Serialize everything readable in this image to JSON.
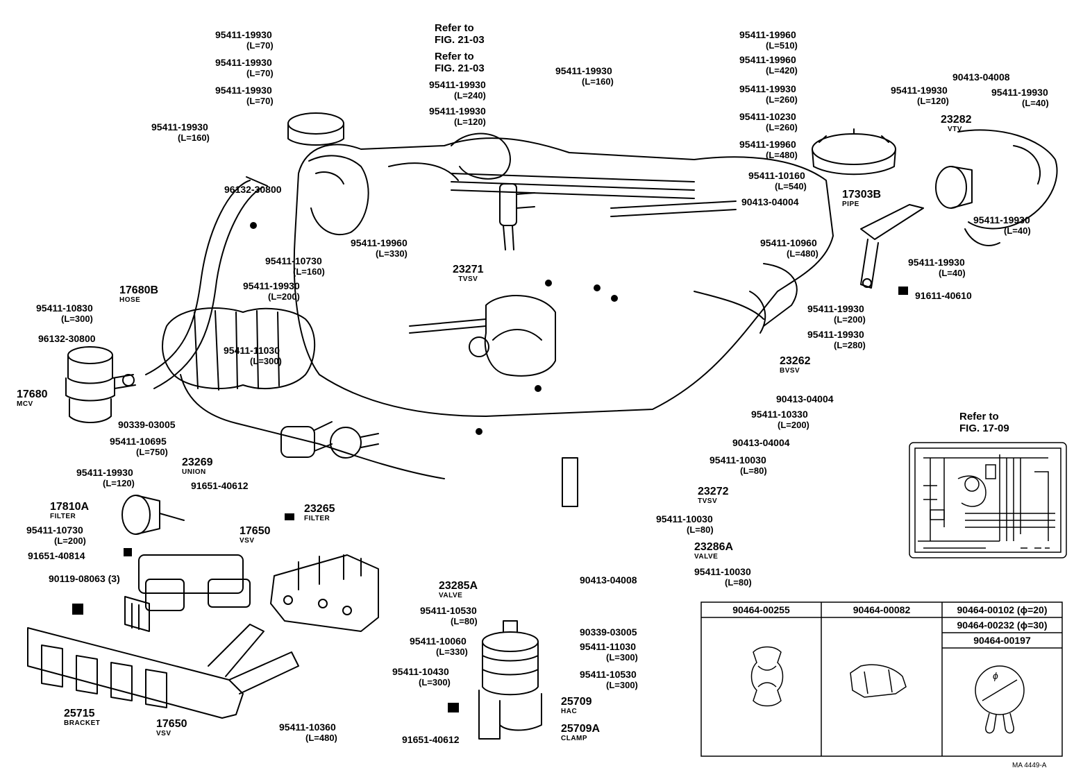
{
  "leader_labels": [
    {
      "id": "hose-70-a",
      "part": "95411-19930",
      "len": "(L=70)"
    },
    {
      "id": "hose-70-b",
      "part": "95411-19930",
      "len": "(L=70)"
    },
    {
      "id": "hose-70-c",
      "part": "95411-19930",
      "len": "(L=70)"
    },
    {
      "id": "hose-160-left",
      "part": "95411-19930",
      "len": "(L=160)"
    },
    {
      "id": "hose-240",
      "part": "95411-19930",
      "len": "(L=240)"
    },
    {
      "id": "hose-120-top",
      "part": "95411-19930",
      "len": "(L=120)"
    },
    {
      "id": "hose-160-mid",
      "part": "95411-19930",
      "len": "(L=160)"
    },
    {
      "id": "hose-510",
      "part": "95411-19960",
      "len": "(L=510)"
    },
    {
      "id": "hose-420",
      "part": "95411-19960",
      "len": "(L=420)"
    },
    {
      "id": "hose-260-a",
      "part": "95411-19930",
      "len": "(L=260)"
    },
    {
      "id": "hose-260-b",
      "part": "95411-10230",
      "len": "(L=260)"
    },
    {
      "id": "hose-480-a",
      "part": "95411-19960",
      "len": "(L=480)"
    },
    {
      "id": "hose-540",
      "part": "95411-10160",
      "len": "(L=540)"
    },
    {
      "id": "hose-330-a",
      "part": "95411-19960",
      "len": "(L=330)"
    },
    {
      "id": "hose-160-b",
      "part": "95411-10730",
      "len": "(L=160)"
    },
    {
      "id": "hose-200-a",
      "part": "95411-19930",
      "len": "(L=200)"
    },
    {
      "id": "hose-300-a",
      "part": "95411-10830",
      "len": "(L=300)"
    },
    {
      "id": "hose-300-b",
      "part": "95411-11030",
      "len": "(L=300)"
    },
    {
      "id": "hose-480-b",
      "part": "95411-10960",
      "len": "(L=480)"
    },
    {
      "id": "hose-200-b",
      "part": "95411-19930",
      "len": "(L=200)"
    },
    {
      "id": "hose-280",
      "part": "95411-19930",
      "len": "(L=280)"
    },
    {
      "id": "hose-200-c",
      "part": "95411-10330",
      "len": "(L=200)"
    },
    {
      "id": "hose-80-a",
      "part": "95411-10030",
      "len": "(L=80)"
    },
    {
      "id": "hose-80-b",
      "part": "95411-10030",
      "len": "(L=80)"
    },
    {
      "id": "hose-80-c",
      "part": "95411-10030",
      "len": "(L=80)"
    },
    {
      "id": "hose-750",
      "part": "95411-10695",
      "len": "(L=750)"
    },
    {
      "id": "hose-120-b",
      "part": "95411-19930",
      "len": "(L=120)"
    },
    {
      "id": "hose-200-d",
      "part": "95411-10730",
      "len": "(L=200)"
    },
    {
      "id": "hose-80-d",
      "part": "95411-10530",
      "len": "(L=80)"
    },
    {
      "id": "hose-330-b",
      "part": "95411-10060",
      "len": "(L=330)"
    },
    {
      "id": "hose-300-c",
      "part": "95411-10430",
      "len": "(L=300)"
    },
    {
      "id": "hose-300-d",
      "part": "95411-11030",
      "len": "(L=300)"
    },
    {
      "id": "hose-300-e",
      "part": "95411-10530",
      "len": "(L=300)"
    },
    {
      "id": "hose-480-c",
      "part": "95411-10360",
      "len": "(L=480)"
    },
    {
      "id": "hose-120-c",
      "part": "95411-19930",
      "len": "(L=120)"
    },
    {
      "id": "hose-40-a",
      "part": "95411-19930",
      "len": "(L=40)"
    },
    {
      "id": "hose-40-b",
      "part": "95411-19930",
      "len": "(L=40)"
    },
    {
      "id": "hose-40-c",
      "part": "95411-19930",
      "len": "(L=40)"
    }
  ],
  "single_parts": [
    {
      "id": "clip-96132-a",
      "part": "96132-30800"
    },
    {
      "id": "clip-96132-b",
      "part": "96132-30800"
    },
    {
      "id": "union-90413-a",
      "part": "90413-04004"
    },
    {
      "id": "union-90413-b",
      "part": "90413-04004"
    },
    {
      "id": "union-90413-c",
      "part": "90413-04004"
    },
    {
      "id": "union-90413-d",
      "part": "90413-04008"
    },
    {
      "id": "union-90413-top",
      "part": "90413-04008"
    },
    {
      "id": "bolt-91611",
      "part": "91611-40610"
    },
    {
      "id": "clamp-90339-a",
      "part": "90339-03005"
    },
    {
      "id": "clamp-90339-b",
      "part": "90339-03005"
    },
    {
      "id": "bolt-91651-a",
      "part": "91651-40612"
    },
    {
      "id": "bolt-91651-b",
      "part": "91651-40814"
    },
    {
      "id": "bolt-91651-c",
      "part": "91651-40612"
    },
    {
      "id": "screw-90119",
      "part": "90119-08063 (3)"
    }
  ],
  "components": [
    {
      "id": "tvsv-23271",
      "number": "23271",
      "name": "TVSV"
    },
    {
      "id": "hose-17680b",
      "number": "17680B",
      "name": "HOSE"
    },
    {
      "id": "mcv-17680",
      "number": "17680",
      "name": "MCV"
    },
    {
      "id": "bvsv-23262",
      "number": "23262",
      "name": "BVSV"
    },
    {
      "id": "union-23269",
      "number": "23269",
      "name": "UNION"
    },
    {
      "id": "filter-23265",
      "number": "23265",
      "name": "FILTER"
    },
    {
      "id": "filter-17810a",
      "number": "17810A",
      "name": "FILTER"
    },
    {
      "id": "vsv-17650-a",
      "number": "17650",
      "name": "VSV"
    },
    {
      "id": "vsv-17650-b",
      "number": "17650",
      "name": "VSV"
    },
    {
      "id": "tvsv-23272",
      "number": "23272",
      "name": "TVSV"
    },
    {
      "id": "valve-23286a",
      "number": "23286A",
      "name": "VALVE"
    },
    {
      "id": "valve-23285a",
      "number": "23285A",
      "name": "VALVE"
    },
    {
      "id": "bracket-25715",
      "number": "25715",
      "name": "BRACKET"
    },
    {
      "id": "hac-25709",
      "number": "25709",
      "name": "HAC"
    },
    {
      "id": "clamp-25709a",
      "number": "25709A",
      "name": "CLAMP"
    },
    {
      "id": "vtv-23282",
      "number": "23282",
      "name": "VTV"
    },
    {
      "id": "pipe-17303b",
      "number": "17303B",
      "name": "PIPE"
    }
  ],
  "references": [
    {
      "id": "ref-a",
      "line1": "Refer to",
      "line2": "FIG. 21-03"
    },
    {
      "id": "ref-b",
      "line1": "Refer to",
      "line2": "FIG. 21-03"
    },
    {
      "id": "ref-c",
      "line1": "Refer to",
      "line2": "FIG. 17-09"
    }
  ],
  "clip_table": {
    "headers": [
      "90464-00255",
      "90464-00082",
      "90464-00102 (ϕ=20)"
    ],
    "extra_rows": [
      "90464-00232 (ϕ=30)",
      "90464-00197"
    ],
    "diameter_symbol": "ϕ"
  },
  "drawing_code": "MA 4449-A"
}
